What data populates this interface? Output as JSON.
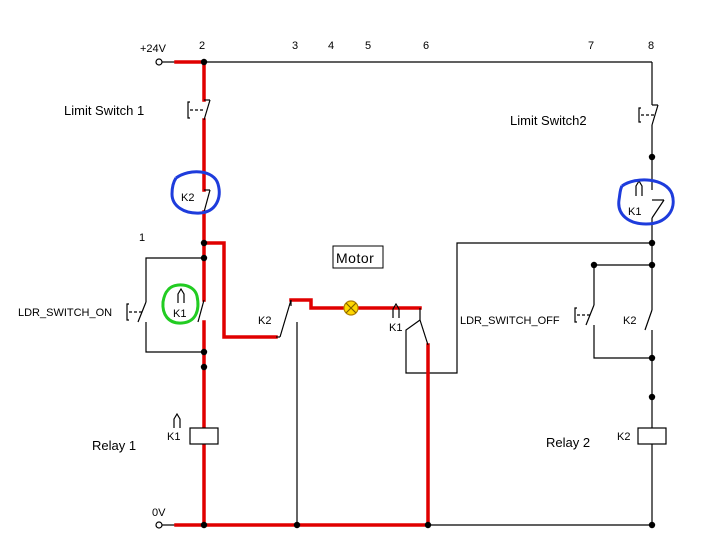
{
  "nodes": {
    "supply": "+24V",
    "n1": "1",
    "n2": "2",
    "n3": "3",
    "n4": "4",
    "n5": "5",
    "n6": "6",
    "n7": "7",
    "n8": "8",
    "ground": "0V"
  },
  "components": {
    "limit_switch_1": "Limit Switch 1",
    "limit_switch_2": "Limit  Switch2",
    "ldr_on": "LDR_SWITCH_ON",
    "ldr_off": "LDR_SWITCH_OFF",
    "relay_1": "Relay  1",
    "relay_2": "Relay  2",
    "motor": "Motor"
  },
  "contacts": {
    "k2_interlock": "K2",
    "k1_interlock": "K1",
    "k1_hold_left": "K1",
    "k2_hold_right": "K2",
    "k2_motor": "K2",
    "k1_motor": "K1",
    "k1_coil": "K1",
    "k2_coil": "K2"
  },
  "colors": {
    "energized_wire": "#e00000",
    "wire": "#000000",
    "highlight_blue": "#1e3cdc",
    "highlight_green": "#22cc22",
    "lamp": "#ffd700"
  }
}
